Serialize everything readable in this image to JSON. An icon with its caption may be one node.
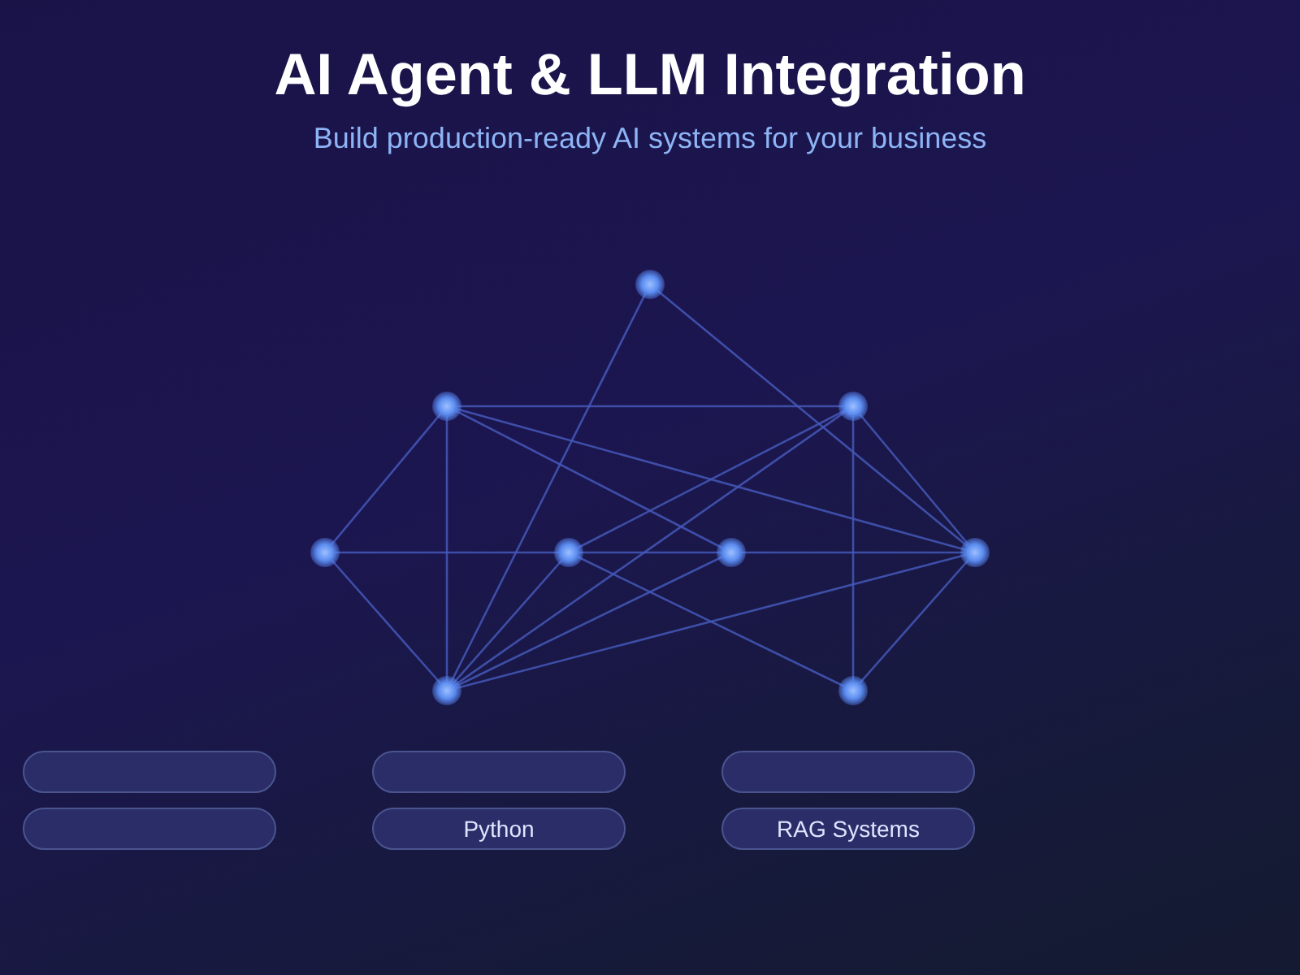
{
  "diagram": {
    "title": "AI Agent & LLM Integration",
    "caption": "Build production-ready AI systems for your business",
    "nodes": [
      {
        "text": [],
        "shape": "circle"
      },
      {
        "text": [],
        "shape": "circle"
      },
      {
        "text": [],
        "shape": "circle"
      },
      {
        "text": [],
        "shape": "circle"
      },
      {
        "text": [],
        "shape": "circle"
      },
      {
        "text": [],
        "shape": "circle"
      },
      {
        "text": [],
        "shape": "circle"
      },
      {
        "text": [],
        "shape": "circle"
      },
      {
        "text": [],
        "shape": "circle"
      },
      {
        "text": [],
        "shape": "box"
      },
      {
        "text": [],
        "shape": "box"
      },
      {
        "text": [],
        "shape": "box"
      },
      {
        "text": [],
        "shape": "box"
      },
      {
        "text": [
          "Python"
        ]
      },
      {
        "text": [
          "RAG Systems"
        ]
      }
    ],
    "edges": [
      {
        "from": 0,
        "to": 6,
        "arrow": "none"
      },
      {
        "from": 0,
        "to": 7,
        "arrow": "none"
      },
      {
        "from": 1,
        "to": 2,
        "arrow": "none"
      },
      {
        "from": 1,
        "to": 3,
        "arrow": "none"
      },
      {
        "from": 1,
        "to": 7,
        "arrow": "none"
      },
      {
        "from": 1,
        "to": 5,
        "arrow": "none"
      },
      {
        "from": 1,
        "to": 6,
        "arrow": "none"
      },
      {
        "from": 2,
        "to": 4,
        "arrow": "none"
      },
      {
        "from": 2,
        "to": 7,
        "arrow": "none"
      },
      {
        "from": 2,
        "to": 8,
        "arrow": "none"
      },
      {
        "from": 2,
        "to": 6,
        "arrow": "none"
      },
      {
        "from": 3,
        "to": 4,
        "arrow": "none"
      },
      {
        "from": 4,
        "to": 5,
        "arrow": "none"
      },
      {
        "from": 5,
        "to": 6,
        "arrow": "none"
      },
      {
        "from": 3,
        "to": 7,
        "arrow": "none"
      },
      {
        "from": 4,
        "to": 7,
        "arrow": "none"
      },
      {
        "from": 4,
        "to": 8,
        "arrow": "none"
      },
      {
        "from": 7,
        "to": 5,
        "arrow": "none"
      },
      {
        "from": 7,
        "to": 6,
        "arrow": "none"
      },
      {
        "from": 6,
        "to": 8,
        "arrow": "none"
      }
    ]
  }
}
